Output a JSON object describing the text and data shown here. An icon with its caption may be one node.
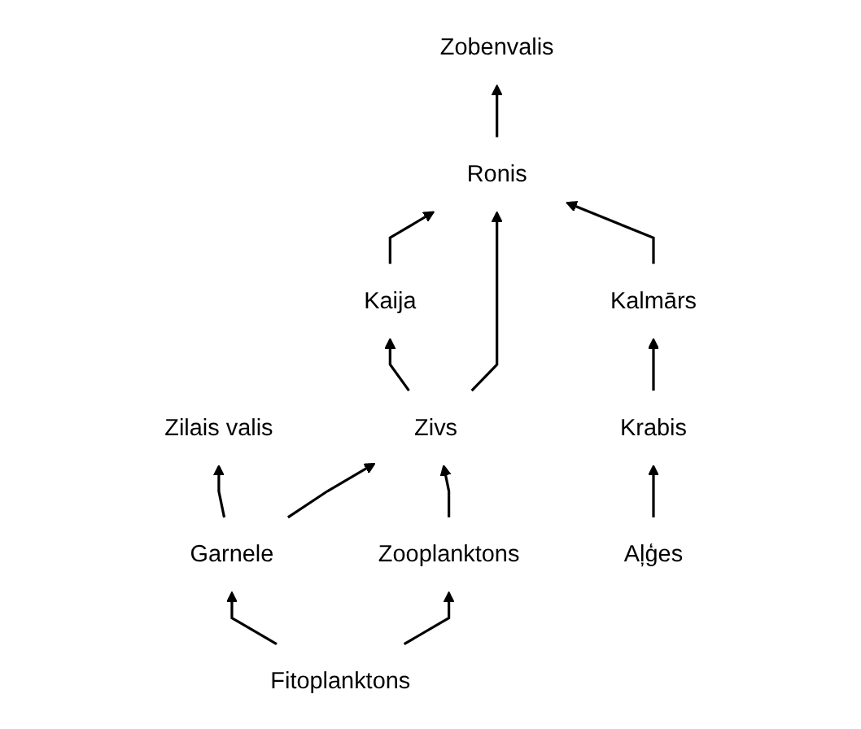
{
  "diagram": {
    "nodes": [
      {
        "text": [
          "Zilais valis"
        ]
      },
      {
        "text": [
          "Zobenvalis"
        ]
      },
      {
        "text": [
          "Kaija"
        ]
      },
      {
        "text": [
          "Ronis"
        ]
      },
      {
        "text": [
          "Zivs"
        ]
      },
      {
        "text": [
          "Kalmārs"
        ]
      },
      {
        "text": [
          "Zooplanktons"
        ]
      },
      {
        "text": [
          "Garnele"
        ]
      },
      {
        "text": [
          "Krabis"
        ]
      },
      {
        "text": [
          "Fitoplanktons"
        ]
      },
      {
        "text": [
          "Aļģes"
        ]
      }
    ],
    "edges": [
      {
        "from": 2,
        "to": 3,
        "arrow": "to"
      },
      {
        "from": 3,
        "to": 1,
        "arrow": "to"
      },
      {
        "from": 4,
        "to": 2,
        "arrow": "to"
      },
      {
        "from": 4,
        "to": 3,
        "arrow": "to"
      },
      {
        "from": 7,
        "to": 0,
        "arrow": "to"
      },
      {
        "from": 7,
        "to": 4,
        "arrow": "to"
      },
      {
        "from": 6,
        "to": 4,
        "arrow": "to"
      },
      {
        "from": 9,
        "to": 6,
        "arrow": "to"
      },
      {
        "from": 9,
        "to": 7,
        "arrow": "to"
      },
      {
        "from": 5,
        "to": 3,
        "arrow": "to"
      },
      {
        "from": 8,
        "to": 5,
        "arrow": "to"
      },
      {
        "from": 10,
        "to": 8,
        "arrow": "to"
      }
    ]
  }
}
